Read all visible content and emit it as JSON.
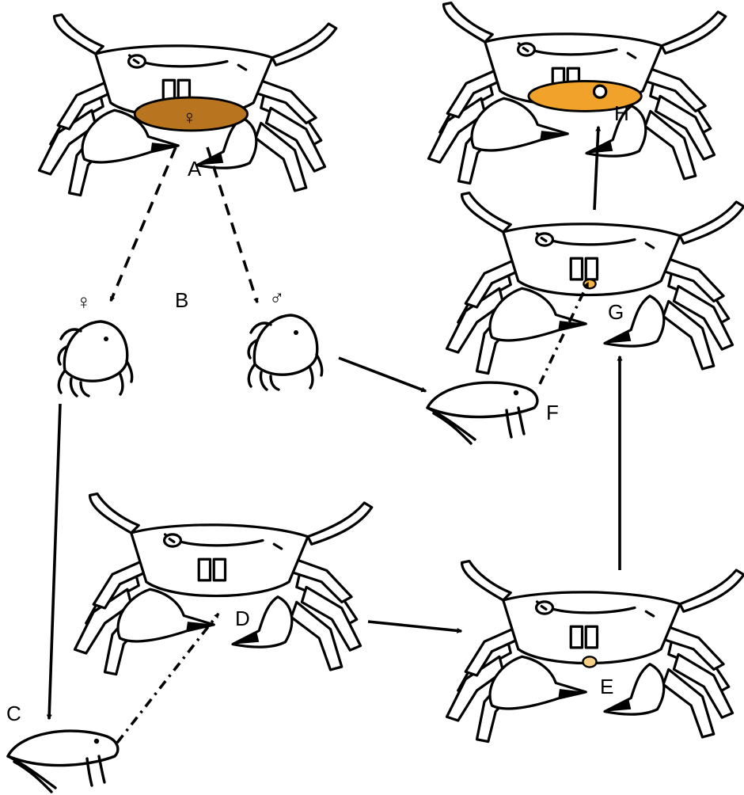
{
  "labels": {
    "A": "A",
    "B": "B",
    "C": "C",
    "D": "D",
    "E": "E",
    "F": "F",
    "G": "G",
    "H": "H",
    "female_symbol": "♀",
    "male_symbol": "♂"
  },
  "colors": {
    "line": "#000000",
    "infection_dark": "#b8741e",
    "infection_bright": "#f0a22a",
    "infection_small": "#f5b743",
    "infection_pale": "#f7cf85",
    "background": "#ffffff"
  },
  "icons": {
    "crab": "crab-icon",
    "larva": "isopod-larva-icon",
    "female": "female-symbol-icon",
    "male": "male-symbol-icon"
  }
}
